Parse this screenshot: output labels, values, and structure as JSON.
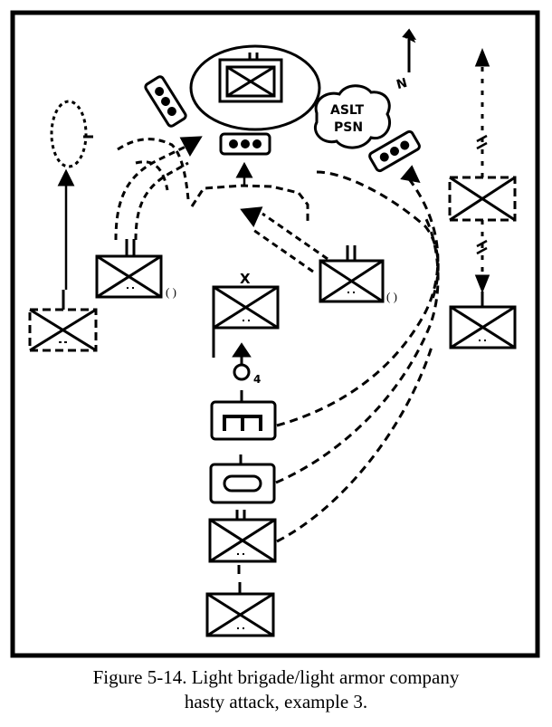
{
  "figure": {
    "caption_line1": "Figure 5-14. Light brigade/light armor company",
    "caption_line2": "hasty attack, example 3."
  },
  "labels": {
    "assault_position_line1": "ASLT",
    "assault_position_line2": "PSN",
    "north_letter": "N",
    "unit_tag_x": "X",
    "unit_tag_4": "4",
    "unit_tag_left": "( )",
    "unit_tag_right": "( )"
  },
  "colors": {
    "ink": "#000000",
    "paper": "#ffffff"
  }
}
